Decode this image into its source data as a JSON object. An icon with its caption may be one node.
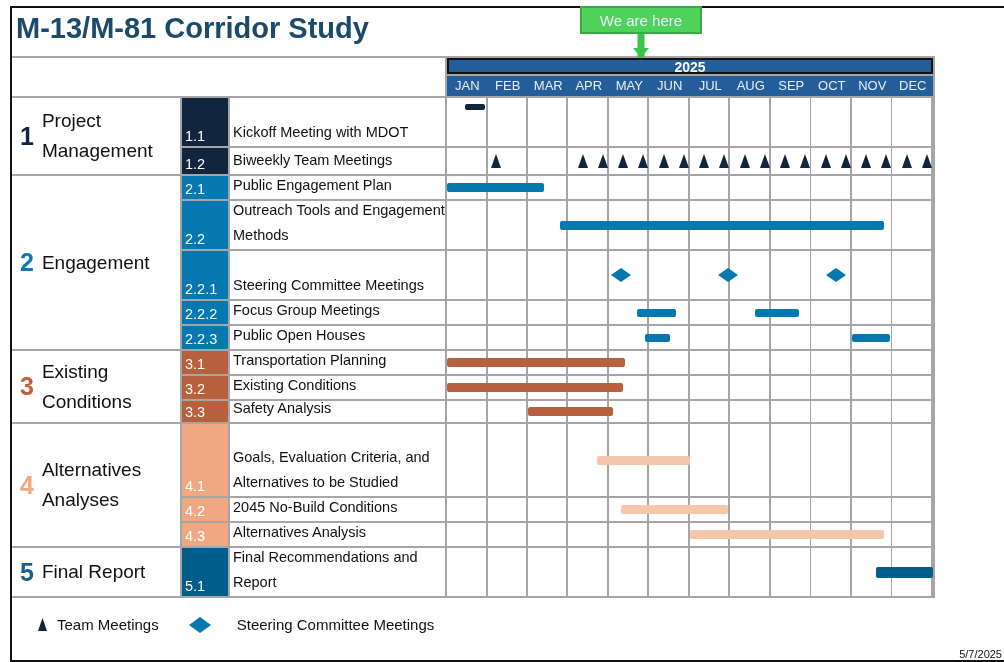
{
  "diagram": {
    "title": "M-13/M-81 Corridor Study",
    "nodes": [
      {
        "text": [
          "We are here"
        ]
      },
      {
        "text": [
          "2025"
        ]
      }
    ],
    "edges": [
      {
        "from": 0,
        "to": 1,
        "arrow": "to"
      }
    ],
    "labels": [
      "JAN",
      "FEB",
      "MAR",
      "APR",
      "MAY",
      "JUN",
      "JUL",
      "AUG",
      "SEP",
      "OCT",
      "NOV",
      "DEC",
      "1",
      "Project Management",
      "1.1",
      "Kickoff Meeting with MDOT",
      "1.2",
      "Biweekly Team Meetings",
      "2",
      "Engagement",
      "2.1",
      "Public Engagement Plan",
      "2.2",
      "Outreach Tools and Engagement Methods",
      "2.2.1",
      "Steering Committee Meetings",
      "2.2.2",
      "Focus Group Meetings",
      "2.2.3",
      "Public Open Houses",
      "3",
      "Existing Conditions",
      "3.1",
      "Transportation Planning",
      "3.2",
      "Existing Conditions",
      "3.3",
      "Safety Analysis",
      "4",
      "Alternatives Analyses",
      "4.1",
      "Goals, Evaluation Criteria, and Alternatives to be Studied",
      "4.2",
      "2045 No-Build Conditions",
      "4.3",
      "Alternatives Analysis",
      "5",
      "Final Report",
      "5.1",
      "Final Recommendations and Report",
      "5/7/2025"
    ],
    "legend": [
      {
        "text": "Team Meetings"
      },
      {
        "text": "Steering Committee Meetings"
      }
    ]
  }
}
